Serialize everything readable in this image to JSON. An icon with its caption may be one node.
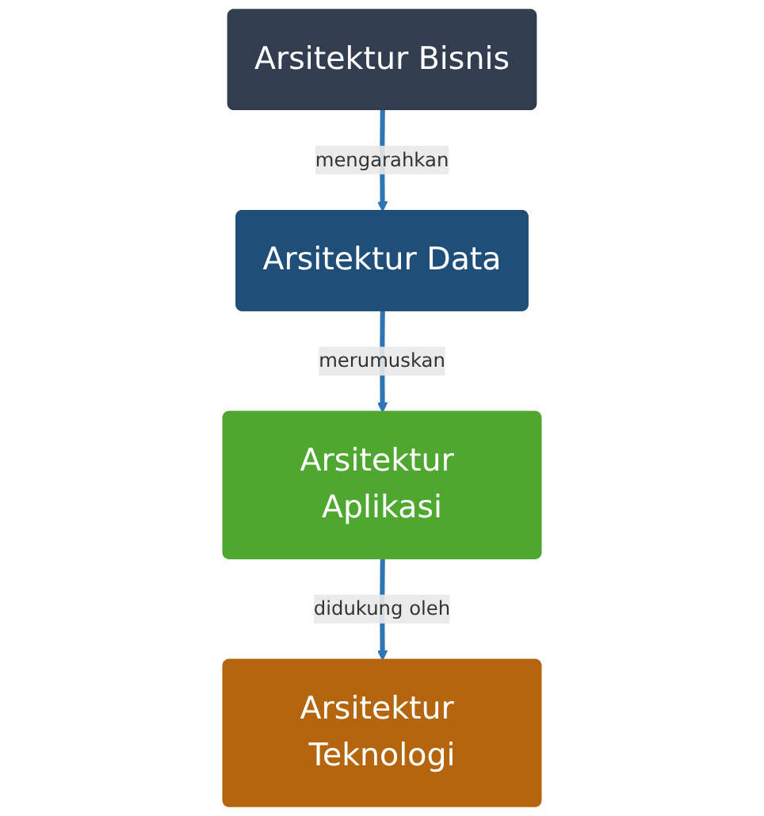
{
  "diagram": {
    "nodes": [
      {
        "text": [
          "Arsitektur Bisnis"
        ]
      },
      {
        "text": [
          "Arsitektur Data"
        ]
      },
      {
        "text": [
          "Arsitektur Aplikasi"
        ]
      },
      {
        "text": [
          "Arsitektur Teknologi"
        ]
      }
    ],
    "edges": [
      {
        "from": 0,
        "to": 1,
        "arrow": "to",
        "label": "mengarahkan"
      },
      {
        "from": 1,
        "to": 2,
        "arrow": "to",
        "label": "merumuskan"
      },
      {
        "from": 2,
        "to": 3,
        "arrow": "to",
        "label": "didukung oleh"
      }
    ]
  }
}
